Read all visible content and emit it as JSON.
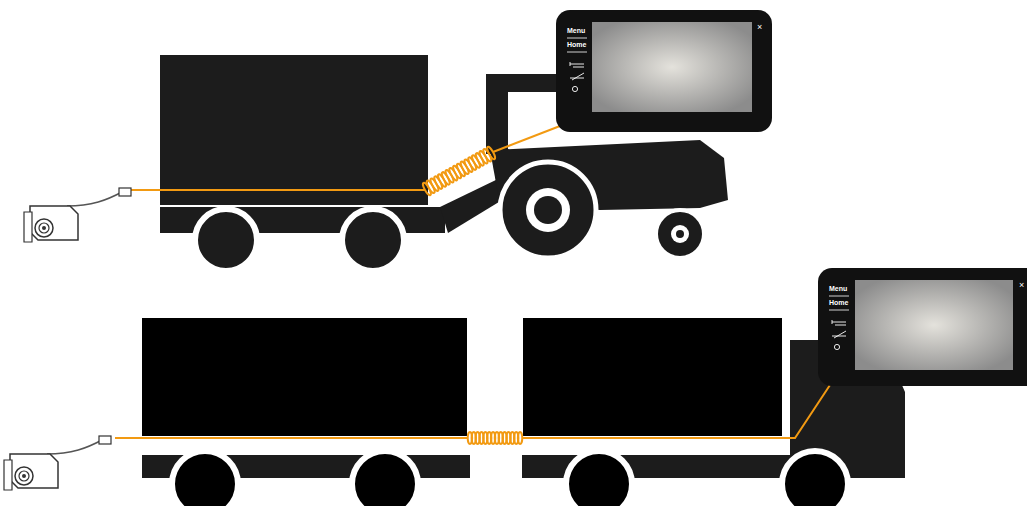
{
  "diagram": {
    "labels": [
      "Menu",
      "Home",
      "×",
      "Menu",
      "Home",
      "×"
    ]
  }
}
